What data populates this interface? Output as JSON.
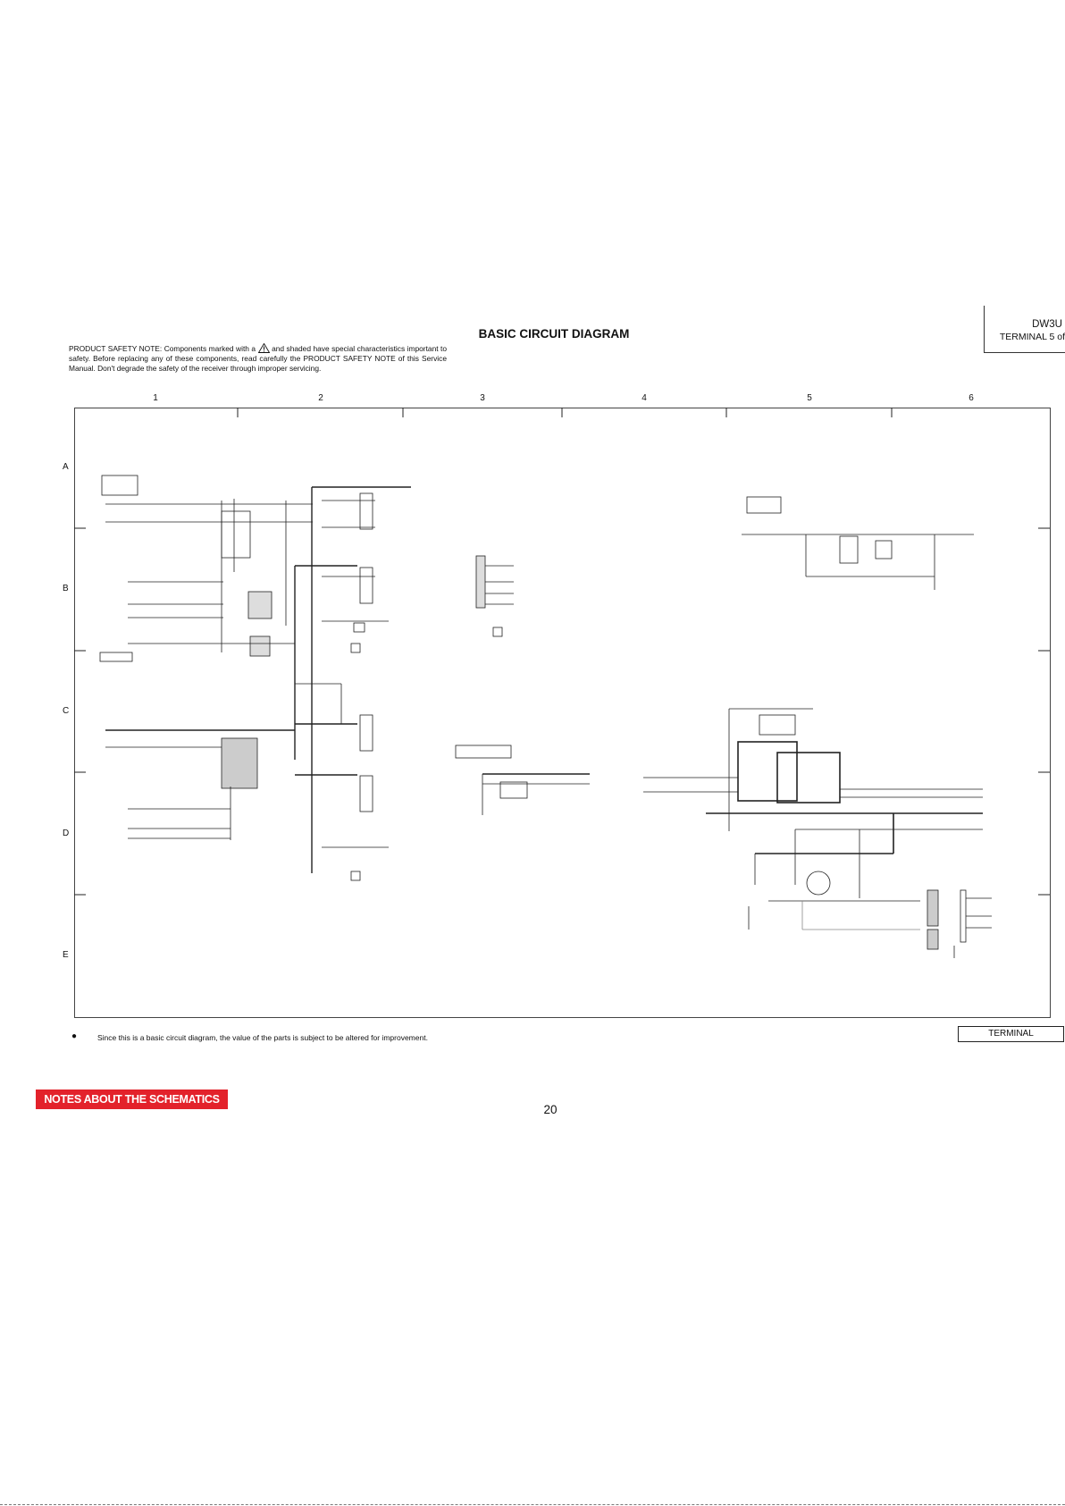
{
  "header": {
    "model": "DW3U",
    "section_page": "TERMINAL 5 of",
    "title": "BASIC CIRCUIT DIAGRAM"
  },
  "safety_note": {
    "part1": "PRODUCT SAFETY NOTE: Components marked with a",
    "part2": "and shaded have special characteristics important to safety. Before replacing any of these components, read carefully the PRODUCT SAFETY NOTE of this Service Manual. Don't degrade the safety  of the receiver through improper servicing."
  },
  "grid": {
    "columns": [
      "1",
      "2",
      "3",
      "4",
      "5",
      "6"
    ],
    "rows": [
      "A",
      "B",
      "C",
      "D",
      "E"
    ]
  },
  "footer": {
    "note": "Since this is a basic circuit diagram, the value of the parts is subject to be altered for improvement.",
    "section_label": "TERMINAL",
    "notes_link": "NOTES ABOUT THE SCHEMATICS",
    "page_number": "20"
  }
}
